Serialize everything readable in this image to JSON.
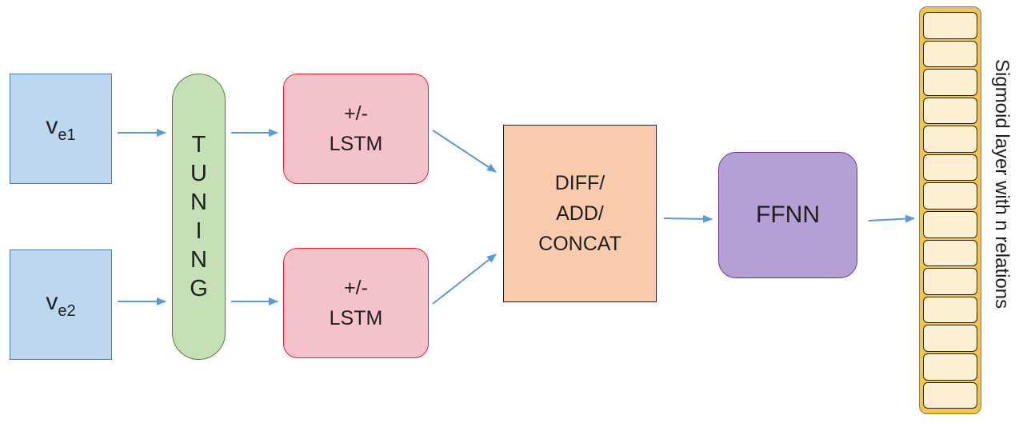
{
  "inputs": [
    {
      "base": "v",
      "sub": "e1"
    },
    {
      "base": "v",
      "sub": "e2"
    }
  ],
  "tuning": {
    "letters": [
      "T",
      "U",
      "N",
      "I",
      "N",
      "G"
    ]
  },
  "lstm": [
    {
      "line1": "+/-",
      "line2": "LSTM"
    },
    {
      "line1": "+/-",
      "line2": "LSTM"
    }
  ],
  "combine": {
    "lines": [
      "DIFF/",
      "ADD/",
      "CONCAT"
    ]
  },
  "ffnn": {
    "label": "FFNN"
  },
  "sigmoid": {
    "label": "Sigmoid layer with n relations",
    "cell_count": 14
  },
  "colors": {
    "input_fill": "#bdd7ee",
    "input_border": "#4a7ebb",
    "tuning_fill": "#c5e0b4",
    "tuning_border": "#548235",
    "lstm_fill": "#f4c2cb",
    "lstm_border": "#e8202a",
    "combine_fill": "#f8cbad",
    "ffnn_fill": "#b4a0d4",
    "ffnn_border": "#7030a0",
    "sigmoid_fill": "#f6c543",
    "cell_fill": "#fdf0d2",
    "arrow": "#5b9bd5"
  }
}
